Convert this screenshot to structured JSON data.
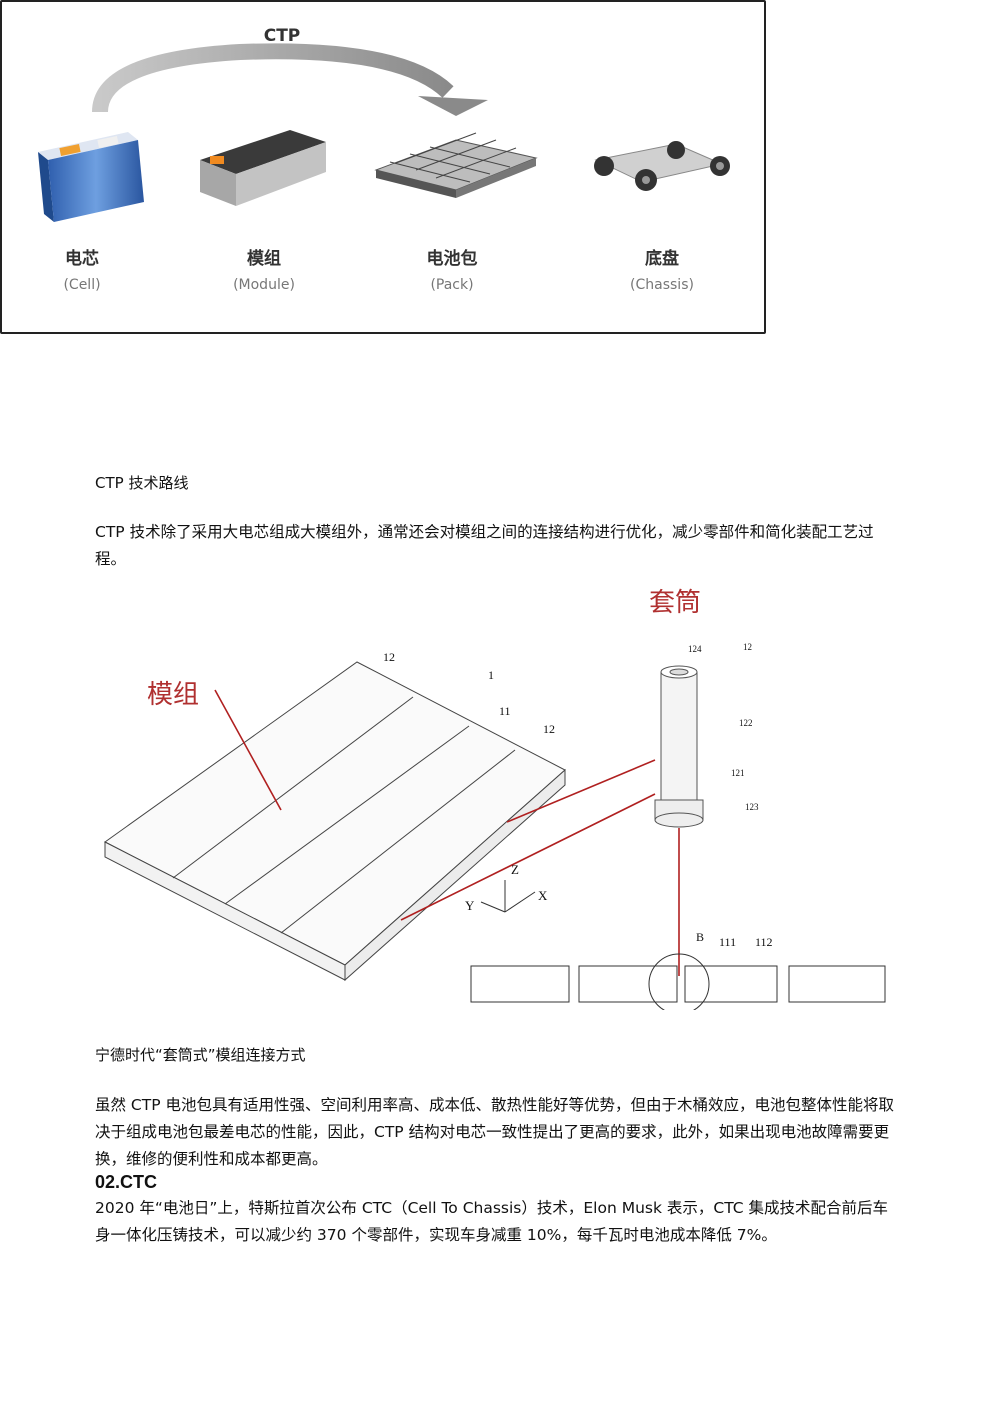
{
  "figure1": {
    "arrow_label": "CTP",
    "stages": [
      {
        "cn": "电芯",
        "en": "(Cell)"
      },
      {
        "cn": "模组",
        "en": "(Module)"
      },
      {
        "cn": "电池包",
        "en": "(Pack)"
      },
      {
        "cn": "底盘",
        "en": "(Chassis)"
      }
    ]
  },
  "caption1": "CTP 技术路线",
  "para1": "CTP 技术除了采用大电芯组成大模组外，通常还会对模组之间的连接结构进行优化，减少零部件和简化装配工艺过程。",
  "figure2": {
    "label_module": "模组",
    "label_sleeve": "套筒",
    "numbers": {
      "n1": "1",
      "n11": "11",
      "n12a": "12",
      "n12b": "12",
      "n124": "124",
      "n12c": "12",
      "n122": "122",
      "n121": "121",
      "n123": "123",
      "nB": "B",
      "n111": "111",
      "n112": "112"
    },
    "axes": {
      "x": "X",
      "y": "Y",
      "z": "Z"
    }
  },
  "caption2": "宁德时代“套筒式”模组连接方式",
  "para2": "虽然 CTP 电池包具有适用性强、空间利用率高、成本低、散热性能好等优势，但由于木桶效应，电池包整体性能将取决于组成电池包最差电芯的性能，因此，CTP 结构对电芯一致性提出了更高的要求，此外，如果出现电池故障需要更换，维修的便利性和成本都更高。",
  "heading": "02.CTC",
  "para3": "2020 年“电池日”上，特斯拉首次公布 CTC（Cell To Chassis）技术，Elon Musk 表示，CTC 集成技术配合前后车身一体化压铸技术，可以减少约 370 个零部件，实现车身减重 10%，每千瓦时电池成本降低 7%。"
}
